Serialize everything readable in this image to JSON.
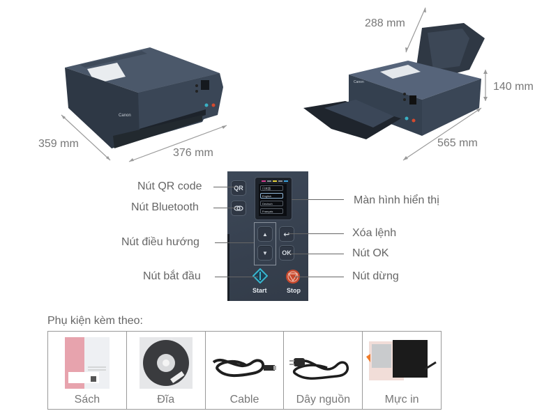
{
  "dimensions": {
    "front_depth": "359 mm",
    "front_width": "376 mm",
    "open_depth": "288 mm",
    "open_height": "140 mm",
    "open_width": "565 mm"
  },
  "printer": {
    "brand": "Canon",
    "body_color": "#3a4656"
  },
  "control_panel": {
    "labels": {
      "qr": "Nút QR code",
      "bluetooth": "Nút Bluetooth",
      "nav": "Nút điều hướng",
      "start": "Nút bắt đầu",
      "display": "Màn hình hiển thị",
      "back": "Xóa lệnh",
      "ok": "Nút OK",
      "stop": "Nút dừng"
    },
    "buttons": {
      "qr": "QR",
      "up": "▲",
      "down": "▼",
      "back": "↩",
      "ok": "OK",
      "start": "Start",
      "stop": "Stop"
    },
    "screen_menu": [
      "日本語",
      "English",
      "Deutsch",
      "Français"
    ],
    "ink_colors": [
      "#d63c8f",
      "#8a8f96",
      "#e6d23a",
      "#8a8f96",
      "#3aa3e0"
    ]
  },
  "accessories": {
    "title": "Phụ kiện kèm theo:",
    "items": [
      {
        "name": "Sách"
      },
      {
        "name": "Đĩa"
      },
      {
        "name": "Cable"
      },
      {
        "name": "Dây nguồn"
      },
      {
        "name": "Mực in"
      }
    ]
  }
}
